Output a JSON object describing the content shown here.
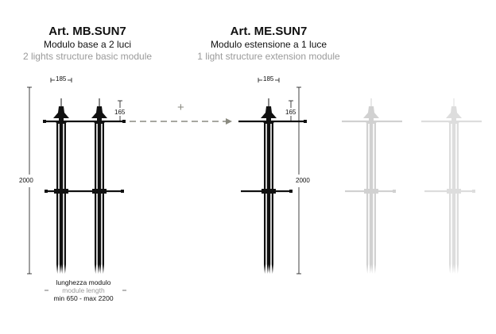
{
  "base_module": {
    "title": "Art. MB.SUN7",
    "subtitle_it": "Modulo base a 2 luci",
    "subtitle_en": "2 lights structure basic module",
    "width_dim": "185",
    "lamp_dim": "165",
    "height_dim": "2000",
    "length_label_it": "lunghezza modulo",
    "length_label_en": "module length",
    "length_range": "min 650 - max 2200"
  },
  "extension_module": {
    "title": "Art. ME.SUN7",
    "subtitle_it": "Modulo estensione a 1 luce",
    "subtitle_en": "1 light structure extension module",
    "width_dim": "185",
    "lamp_dim": "165",
    "height_dim": "2000"
  },
  "connector": {
    "symbol": "+"
  },
  "colors": {
    "line": "#111111",
    "ghost": "#c8c8c8",
    "arrow": "#8a8a80",
    "muted": "#9a9a9a"
  }
}
